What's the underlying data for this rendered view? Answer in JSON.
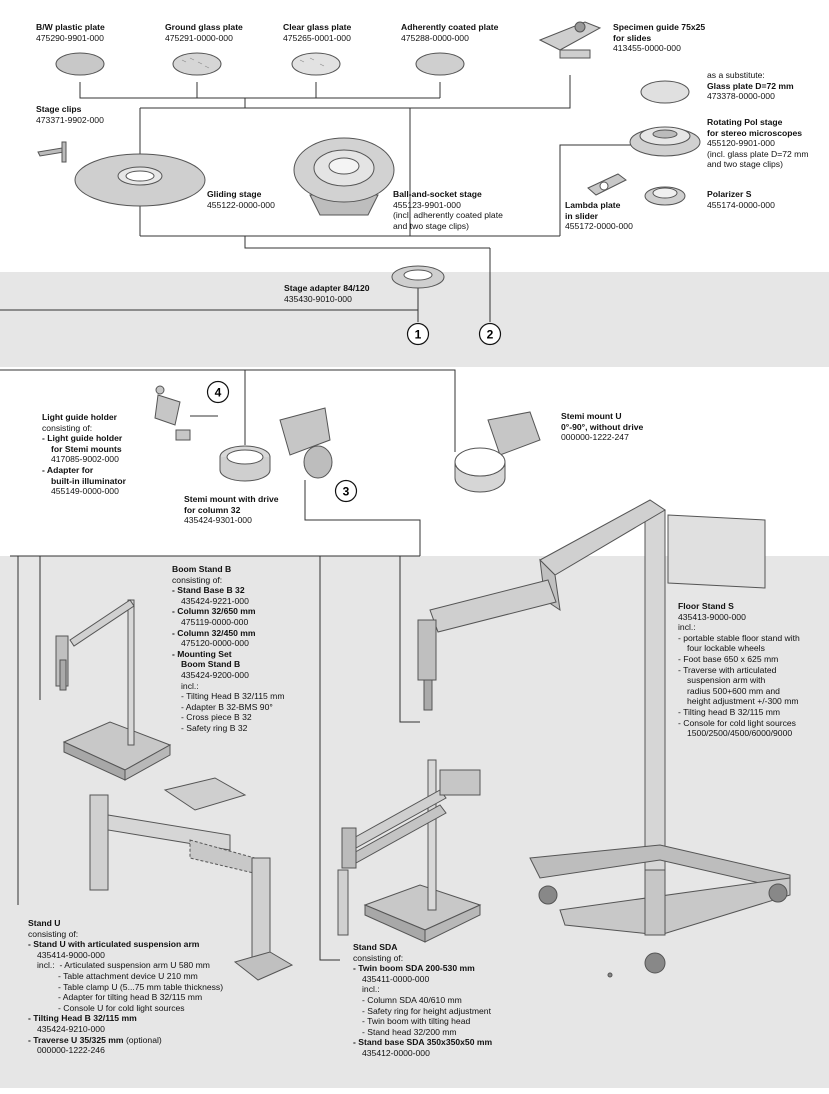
{
  "parts": {
    "bw_plate": {
      "name": "B/W plastic plate",
      "code": "475290-9901-000"
    },
    "ground_plate": {
      "name": "Ground glass plate",
      "code": "475291-0000-000"
    },
    "clear_plate": {
      "name": "Clear glass plate",
      "code": "475265-0001-000"
    },
    "coated_plate": {
      "name": "Adherently coated plate",
      "code": "475288-0000-000"
    },
    "specimen_guide": {
      "name": "Specimen guide 75x25",
      "name2": "for slides",
      "code": "413455-0000-000"
    },
    "glass_plate": {
      "pre": "as a substitute:",
      "name": "Glass plate D=72 mm",
      "code": "473378-0000-000"
    },
    "rotating_pol": {
      "name": "Rotating Pol stage",
      "name2": "for stereo microscopes",
      "code": "455120-9901-000",
      "note1": "(incl. glass plate D=72 mm",
      "note2": "and two stage clips)"
    },
    "stage_clips": {
      "name": "Stage clips",
      "code": "473371-9902-000"
    },
    "gliding_stage": {
      "name": "Gliding stage",
      "code": "455122-0000-000"
    },
    "ball_socket": {
      "name": "Ball-and-socket stage",
      "code": "455123-9901-000",
      "note1": "(incl. adherently coated plate",
      "note2": "and two stage clips)"
    },
    "lambda_plate": {
      "name": "Lambda plate",
      "name2": "in slider",
      "code": "455172-0000-000"
    },
    "polarizer": {
      "name": "Polarizer S",
      "code": "455174-0000-000"
    },
    "stage_adapter": {
      "name": "Stage adapter 84/120",
      "code": "435430-9010-000"
    },
    "light_guide": {
      "name": "Light guide holder",
      "sub": "consisting of:",
      "i1a": "-  Light guide holder",
      "i1b": "for Stemi mounts",
      "i1c": "417085-9002-000",
      "i2a": "-  Adapter for",
      "i2b": "built-in illuminator",
      "i2c": "455149-0000-000"
    },
    "stemi_drive": {
      "name": "Stemi mount with drive",
      "name2": "for column 32",
      "code": "435424-9301-000"
    },
    "stemi_u": {
      "name": "Stemi mount U",
      "name2": "0°-90°, without drive",
      "code": "000000-1222-247"
    },
    "boom_stand": {
      "name": "Boom Stand B",
      "sub": "consisting of:",
      "a1": "-  Stand Base B 32",
      "a2": "435424-9221-000",
      "b1": "-  Column 32/650 mm",
      "b2": "475119-0000-000",
      "c1": "-  Column 32/450 mm",
      "c2": "475120-0000-000",
      "d1": "-  Mounting Set",
      "d2": "Boom Stand B",
      "d3": "435424-9200-000",
      "d4": "incl.:",
      "e1": "-  Tilting Head B 32/115 mm",
      "e2": "-  Adapter B 32-BMS 90°",
      "e3": "-  Cross piece B 32",
      "e4": "-  Safety ring B 32"
    },
    "floor_stand": {
      "name": "Floor Stand S",
      "code": "435413-9000-000",
      "incl": "incl.:",
      "l1": "-  portable stable floor stand with",
      "l1b": "four lockable wheels",
      "l2": "-  Foot base 650 x 625 mm",
      "l3": "-  Traverse with articulated",
      "l3b": "suspension arm with",
      "l3c": "radius 500+600 mm and",
      "l3d": "height adjustment +/-300 mm",
      "l4": "-  Tilting head  B 32/115 mm",
      "l5": "-  Console for cold light sources",
      "l5b": "1500/2500/4500/6000/9000"
    },
    "stand_u": {
      "name": "Stand U",
      "sub": "consisting of:",
      "a1": "-  Stand U with articulated suspension arm",
      "a2": "435414-9000-000",
      "inc": "incl.:",
      "i1": "-  Articulated suspension arm U 580 mm",
      "i2": "-  Table attachment device U 210 mm",
      "i3": "-  Table clamp U (5...75 mm table thickness)",
      "i4": "-  Adapter for tilting head B 32/115 mm",
      "i5": "-  Console U for cold light sources",
      "b1": "-  Tilting Head B 32/115 mm",
      "b2": "435424-9210-000",
      "c1": "-  Traverse U 35/325 mm",
      "c1o": "(optional)",
      "c2": "000000-1222-246"
    },
    "stand_sda": {
      "name": "Stand SDA",
      "sub": "consisting of:",
      "a1": "-  Twin boom SDA 200-530 mm",
      "a2": "435411-0000-000",
      "inc": "incl.:",
      "i1": "-  Column SDA 40/610 mm",
      "i2": "-  Safety ring for height adjustment",
      "i3": "-  Twin boom with tilting head",
      "i4": "-  Stand head 32/200 mm",
      "b1": "-  Stand base SDA 350x350x50 mm",
      "b2": "435412-0000-000"
    }
  },
  "callouts": [
    "1",
    "2",
    "3",
    "4"
  ],
  "colors": {
    "band": "#e6e6e6",
    "line": "#333333",
    "part_fill": "#c8c8c8",
    "part_stroke": "#555555"
  }
}
